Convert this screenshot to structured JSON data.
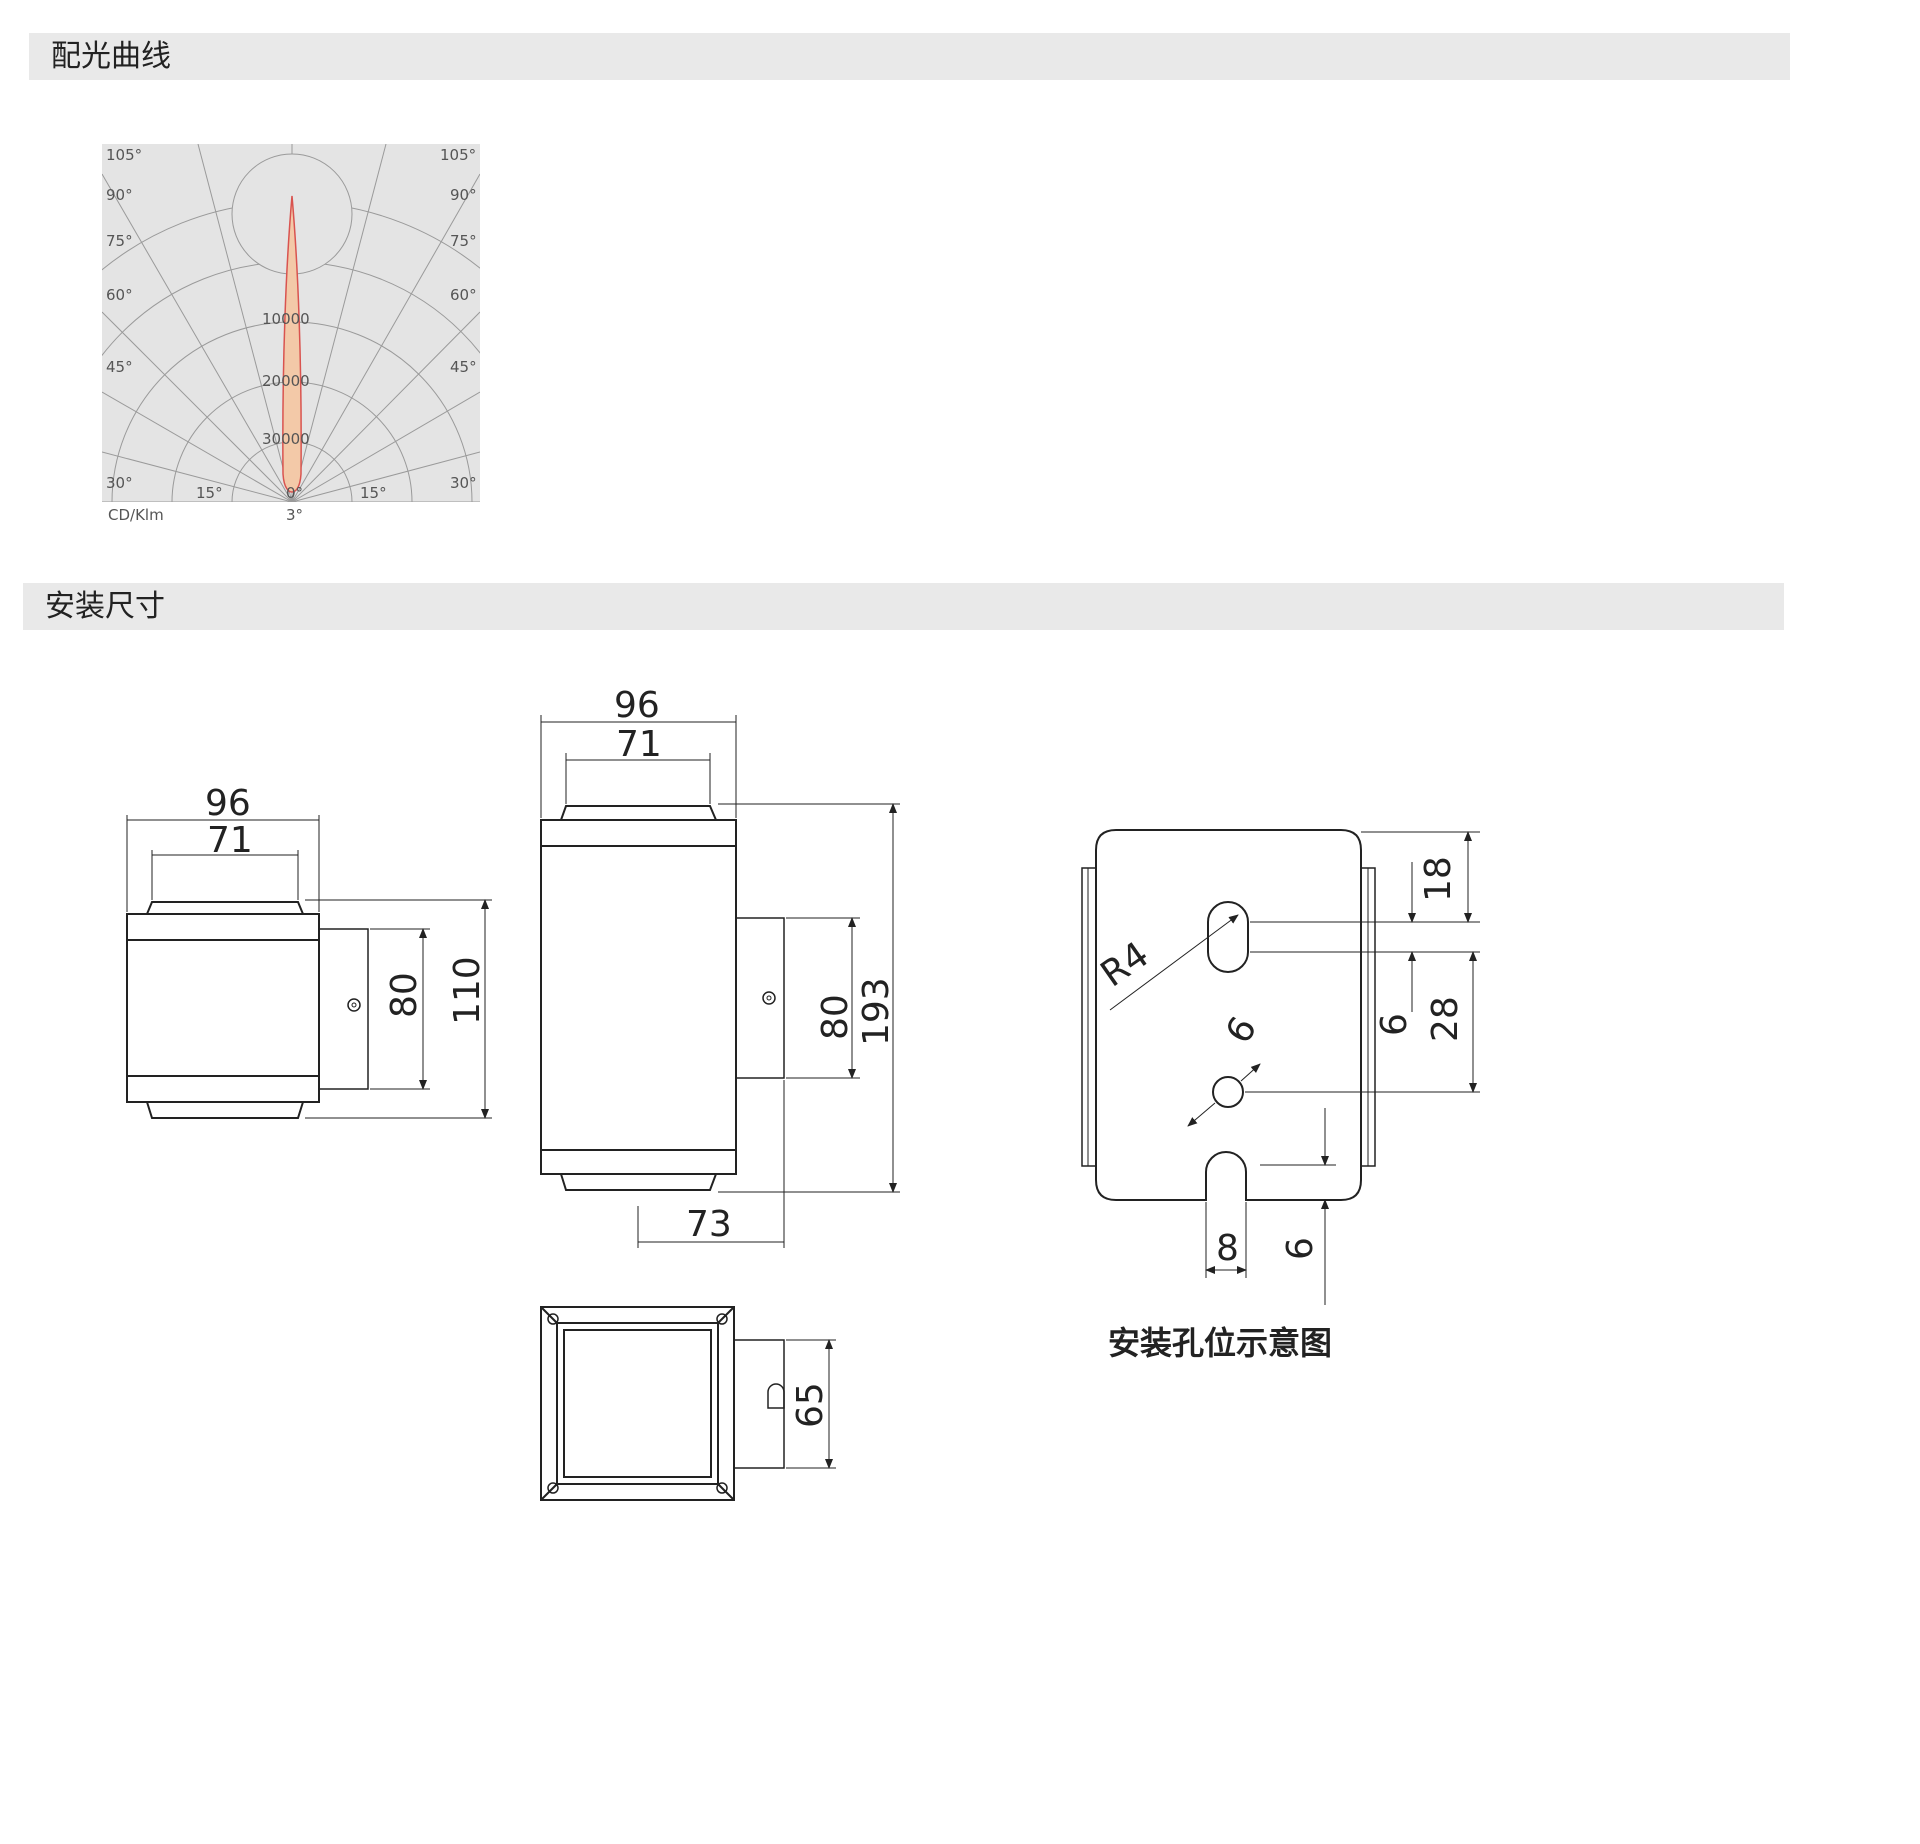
{
  "sections": {
    "light_distribution": {
      "title": "配光曲线"
    },
    "installation": {
      "title": "安装尺寸"
    }
  },
  "polar": {
    "angle_labels_left": [
      "105°",
      "90°",
      "75°",
      "60°",
      "45°",
      "30°"
    ],
    "angle_labels_right": [
      "105°",
      "90°",
      "75°",
      "60°",
      "45°",
      "30°"
    ],
    "bottom_labels": [
      "15°",
      "0°",
      "15°"
    ],
    "intensity_labels": [
      "10000",
      "20000",
      "30000"
    ],
    "unit": "CD/Klm",
    "beam_angle": "3°",
    "curve_color": "#d9534f",
    "fill_color": "#f3c9a8"
  },
  "drawing": {
    "front_view": {
      "width_outer": "96",
      "width_inner": "71",
      "height_bracket": "80",
      "height_total": "110"
    },
    "side_view": {
      "width_outer": "96",
      "width_inner": "71",
      "height_bracket": "80",
      "height_total": "193",
      "depth": "73"
    },
    "bottom_view": {
      "bracket_height": "65"
    },
    "mounting_plate": {
      "slot_radius": "R4",
      "hole_diameter": "6",
      "dim_top": "18",
      "dim_slot": "6",
      "dim_hole": "28",
      "notch_width": "8",
      "notch_depth": "6",
      "caption": "安装孔位示意图"
    }
  }
}
